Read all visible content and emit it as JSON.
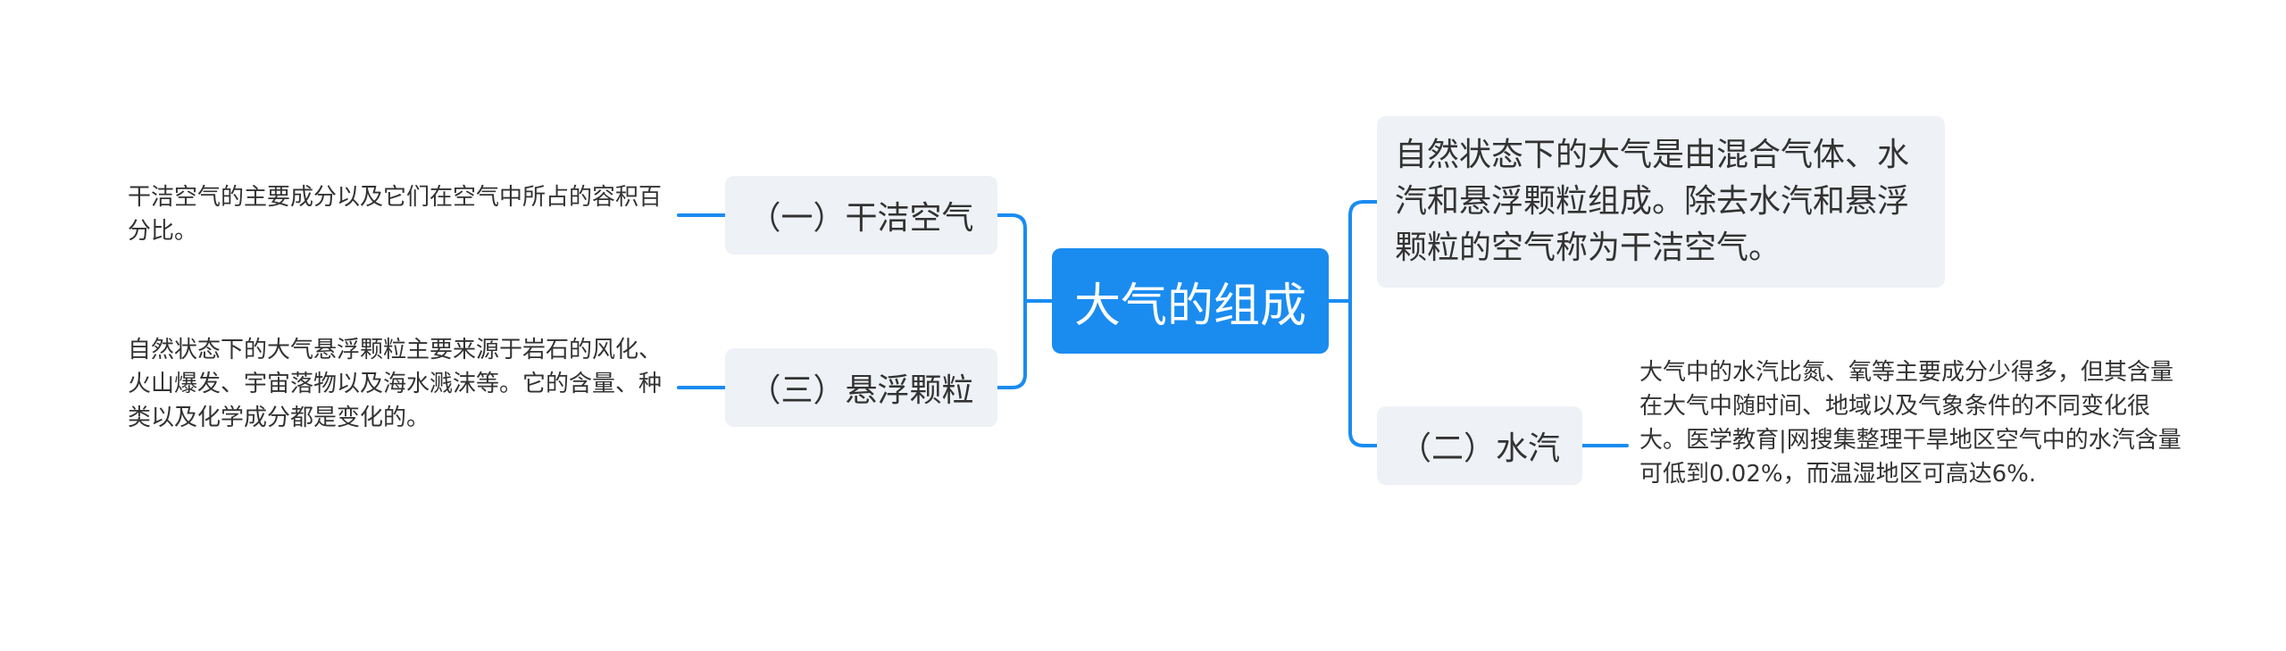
{
  "mindmap": {
    "center": "大气的组成",
    "accent_color": "#1a8cf0",
    "node_bg_color": "#eef1f5",
    "left": [
      {
        "label": "（一）干洁空气",
        "note": "干洁空气的主要成分以及它们在空气中所占的容积百分比。"
      },
      {
        "label": "（三）悬浮颗粒",
        "note": "自然状态下的大气悬浮颗粒主要来源于岩石的风化、火山爆发、宇宙落物以及海水溅沫等。它的含量、种类以及化学成分都是变化的。"
      }
    ],
    "right": [
      {
        "label": "自然状态下的大气是由混合气体、水汽和悬浮颗粒组成。除去水汽和悬浮颗粒的空气称为干洁空气。"
      },
      {
        "label": "（二）水汽",
        "note": "大气中的水汽比氮、氧等主要成分少得多，但其含量在大气中随时间、地域以及气象条件的不同变化很大。医学教育|网搜集整理干旱地区空气中的水汽含量可低到0.02%，而温湿地区可高达6%."
      }
    ]
  }
}
